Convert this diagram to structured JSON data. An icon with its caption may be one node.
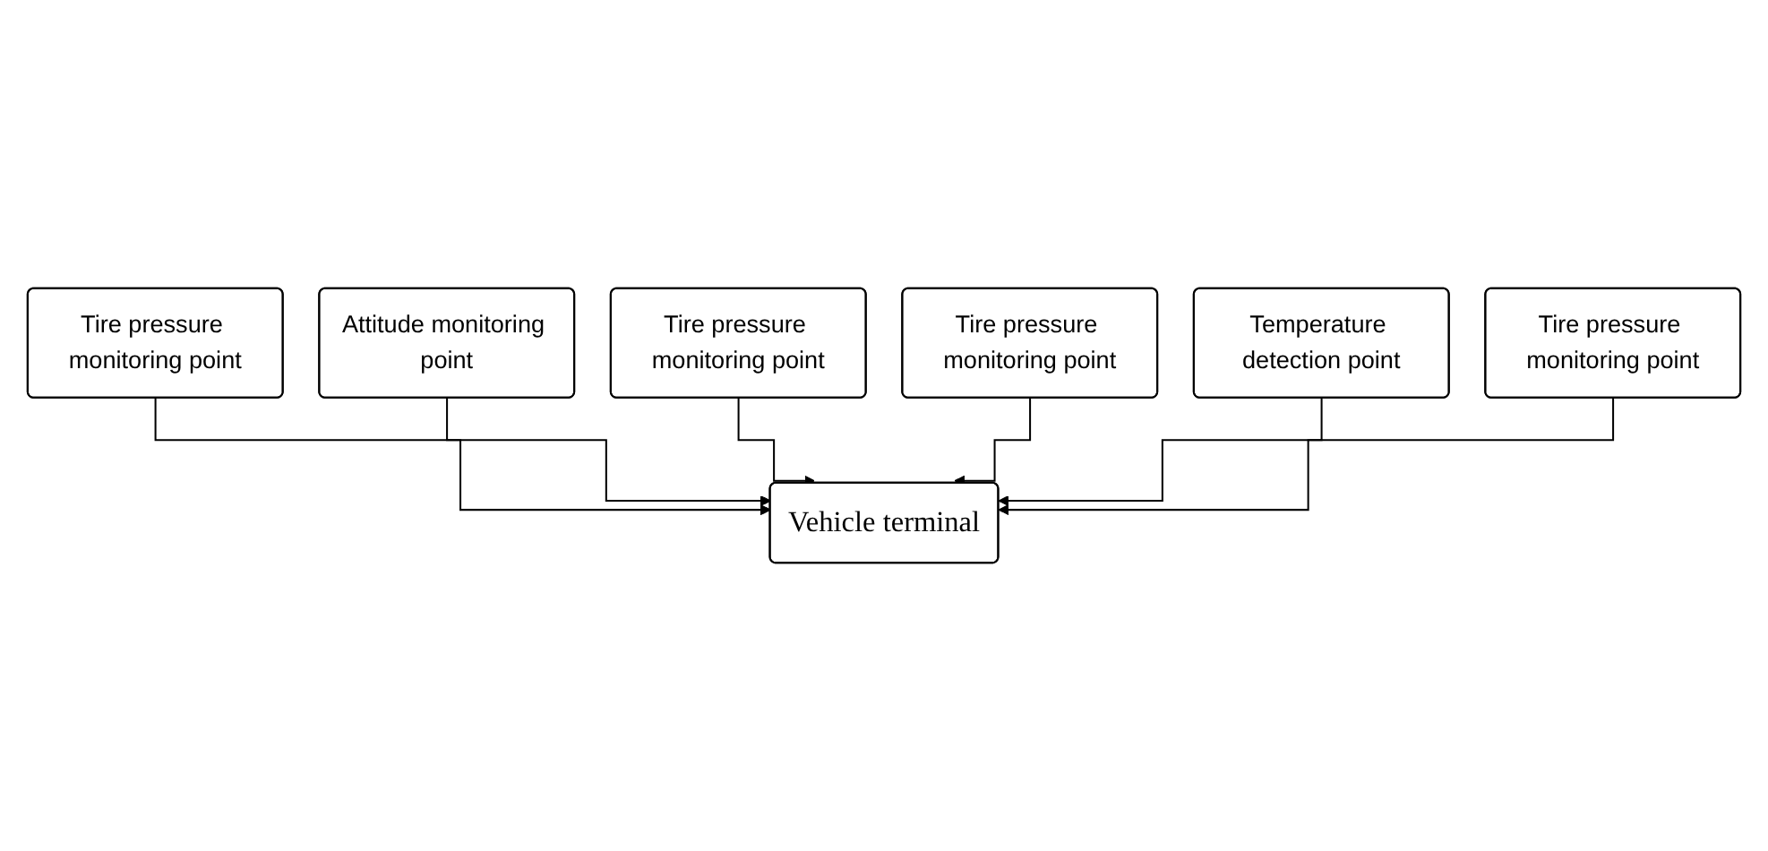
{
  "diagram": {
    "nodes": [
      {
        "text": [
          "Tire pressure monitoring point"
        ]
      },
      {
        "text": [
          "Attitude monitoring point"
        ]
      },
      {
        "text": [
          "Tire pressure monitoring point"
        ]
      },
      {
        "text": [
          "Vehicle terminal"
        ]
      },
      {
        "text": [
          "Tire pressure monitoring point"
        ]
      },
      {
        "text": [
          "Temperature detection point"
        ]
      },
      {
        "text": [
          "Tire pressure monitoring point"
        ]
      }
    ],
    "edges": [
      {
        "from": 0,
        "to": 3,
        "arrow": "to"
      },
      {
        "from": 1,
        "to": 3,
        "arrow": "to"
      },
      {
        "from": 2,
        "to": 3,
        "arrow": "to"
      },
      {
        "from": 4,
        "to": 3,
        "arrow": "to"
      },
      {
        "from": 5,
        "to": 3,
        "arrow": "to"
      },
      {
        "from": 6,
        "to": 3,
        "arrow": "to"
      }
    ]
  }
}
